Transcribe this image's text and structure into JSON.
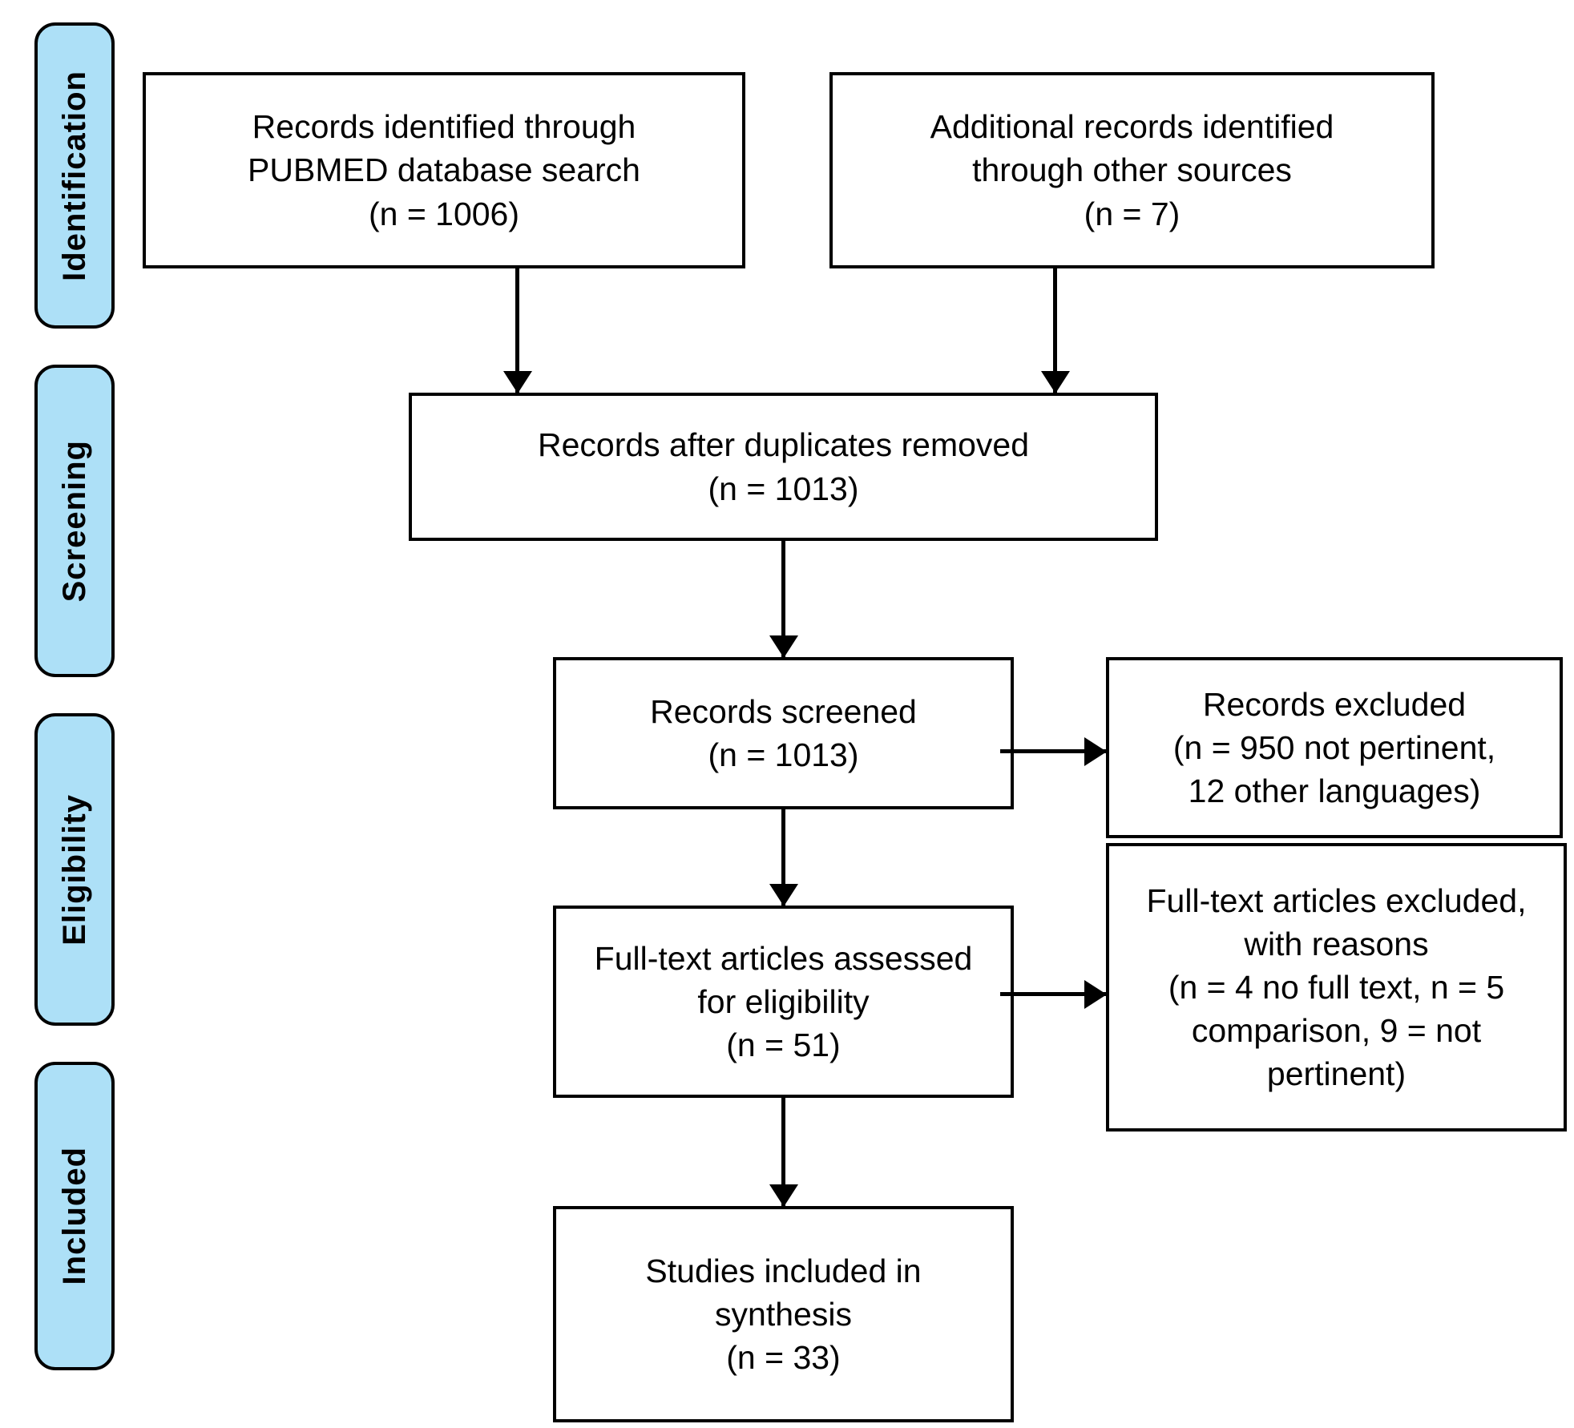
{
  "diagram": {
    "type": "prisma-flow-diagram",
    "title": "PRISMA Flow Diagram",
    "colors": {
      "stage_tab_fill": "#ADE0F7",
      "stage_tab_border": "#000000",
      "box_border": "#000000",
      "box_fill": "#FFFFFF",
      "text": "#000000",
      "connector": "#000000"
    }
  },
  "stages": [
    {
      "id": "identification",
      "label": "Identification"
    },
    {
      "id": "screening",
      "label": "Screening"
    },
    {
      "id": "eligibility",
      "label": "Eligibility"
    },
    {
      "id": "included",
      "label": "Included"
    }
  ],
  "boxes": {
    "records_identified": {
      "lines": [
        "Records identified through",
        "PUBMED database search",
        "(n =   1006)"
      ],
      "count": 1006
    },
    "additional_records": {
      "lines": [
        "Additional records identified",
        "through other sources",
        "(n = 7)"
      ],
      "count": 7
    },
    "duplicates_removed": {
      "lines": [
        "Records after duplicates removed",
        "(n = 1013)"
      ],
      "count": 1013
    },
    "records_screened": {
      "lines": [
        "Records screened",
        "(n = 1013)"
      ],
      "count": 1013
    },
    "records_excluded": {
      "lines": [
        "Records excluded",
        "(n = 950  not pertinent,",
        "12 other languages)"
      ],
      "not_pertinent": 950,
      "other_languages": 12
    },
    "fulltext_assessed": {
      "lines": [
        "Full-text articles assessed",
        "for eligibility",
        "(n = 51)"
      ],
      "count": 51
    },
    "fulltext_excluded": {
      "lines": [
        "Full-text articles excluded,",
        "with reasons",
        "(n = 4 no full text, n = 5",
        "comparison, 9 = not",
        "pertinent)"
      ],
      "no_full_text": 4,
      "comparison": 5,
      "not_pertinent": 9
    },
    "studies_included": {
      "lines": [
        "Studies included in",
        "synthesis",
        "(n = 33)"
      ],
      "count": 33
    }
  },
  "connectors": [
    {
      "id": "identified-to-duplicates",
      "from": "records_identified",
      "to": "duplicates_removed",
      "direction": "down"
    },
    {
      "id": "additional-to-duplicates",
      "from": "additional_records",
      "to": "duplicates_removed",
      "direction": "down"
    },
    {
      "id": "duplicates-to-screened",
      "from": "duplicates_removed",
      "to": "records_screened",
      "direction": "down"
    },
    {
      "id": "screened-to-excluded",
      "from": "records_screened",
      "to": "records_excluded",
      "direction": "right"
    },
    {
      "id": "screened-to-fulltext",
      "from": "records_screened",
      "to": "fulltext_assessed",
      "direction": "down"
    },
    {
      "id": "fulltext-to-ftexcluded",
      "from": "fulltext_assessed",
      "to": "fulltext_excluded",
      "direction": "right"
    },
    {
      "id": "fulltext-to-included",
      "from": "fulltext_assessed",
      "to": "studies_included",
      "direction": "down"
    }
  ]
}
